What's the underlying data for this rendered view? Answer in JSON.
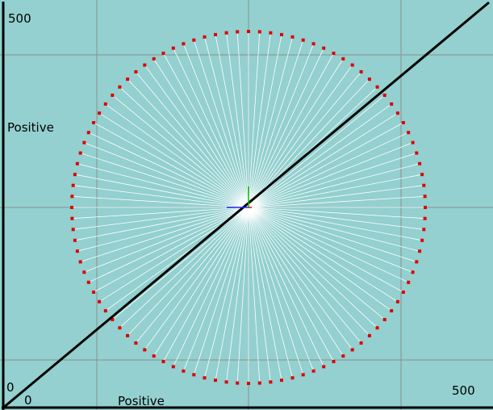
{
  "labels": {
    "y_max": "500",
    "y_axis_name": "Positive",
    "x_origin": "0",
    "y_origin": "0",
    "x_axis_name": "Positive",
    "x_max": "500"
  },
  "colors": {
    "background": "#93d0cf",
    "grid": "#8a8f8f",
    "axis": "#000000",
    "rays": "#ffffff",
    "circle_points": "#dd0000",
    "diagonal": "#000000",
    "gizmo_x": "#ff0000",
    "gizmo_y": "#00c000",
    "gizmo_z": "#2222ff"
  },
  "scene": {
    "point_count": 100,
    "show_grid": true,
    "show_diagonal": true
  }
}
